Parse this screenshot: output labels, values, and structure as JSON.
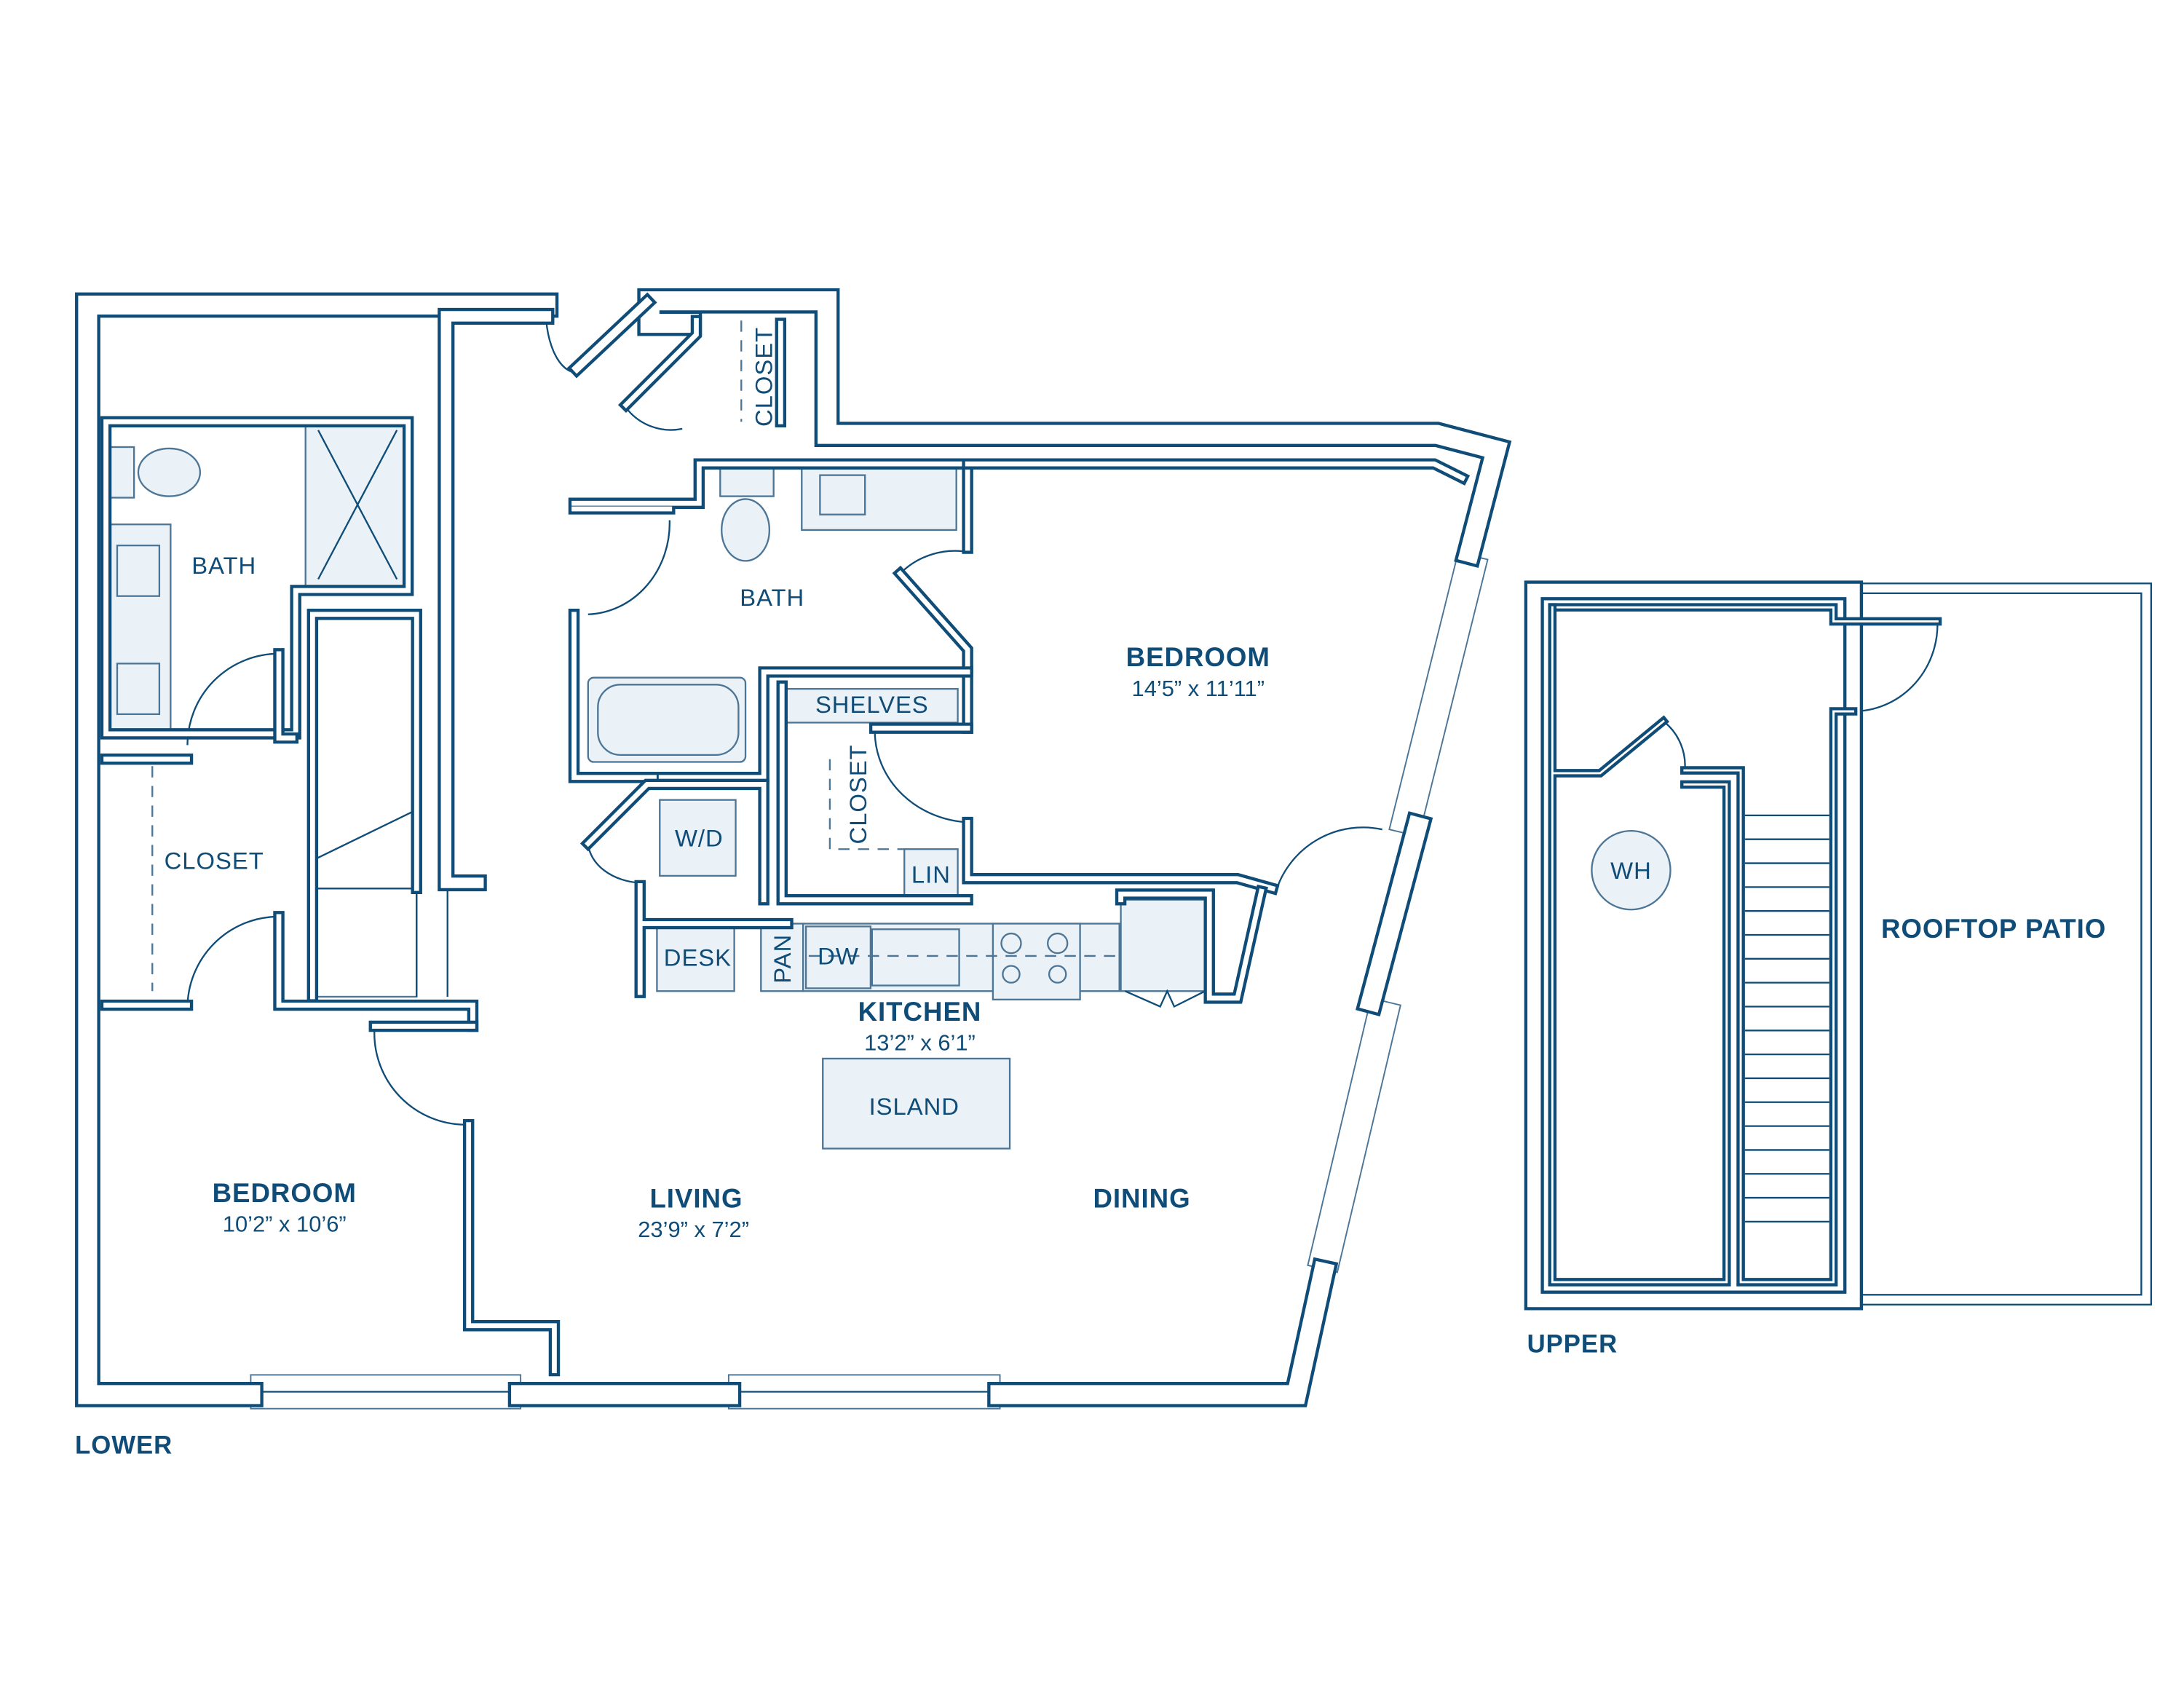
{
  "levels": {
    "lower": "LOWER",
    "upper": "UPPER"
  },
  "rooms": {
    "bedroom_left": {
      "name": "BEDROOM",
      "dims": "10’2” x 10’6”"
    },
    "bedroom_right": {
      "name": "BEDROOM",
      "dims": "14’5” x 11’11”"
    },
    "living": {
      "name": "LIVING",
      "dims": "23’9” x 7’2”"
    },
    "dining": {
      "name": "DINING"
    },
    "kitchen": {
      "name": "KITCHEN",
      "dims": "13’2” x 6’1”"
    },
    "rooftop_patio": {
      "name": "ROOFTOP PATIO"
    }
  },
  "labels": {
    "bath_left": "BATH",
    "bath_center": "BATH",
    "closet_left": "CLOSET",
    "closet_top": "CLOSET",
    "closet_bedroom": "CLOSET",
    "shelves": "SHELVES",
    "lin": "LIN",
    "wd": "W/D",
    "desk": "DESK",
    "pan": "PAN",
    "dw": "DW",
    "island": "ISLAND",
    "wh": "WH"
  },
  "colors": {
    "wall": "#0f4c77",
    "fixture_fill": "#eaf1f7"
  }
}
